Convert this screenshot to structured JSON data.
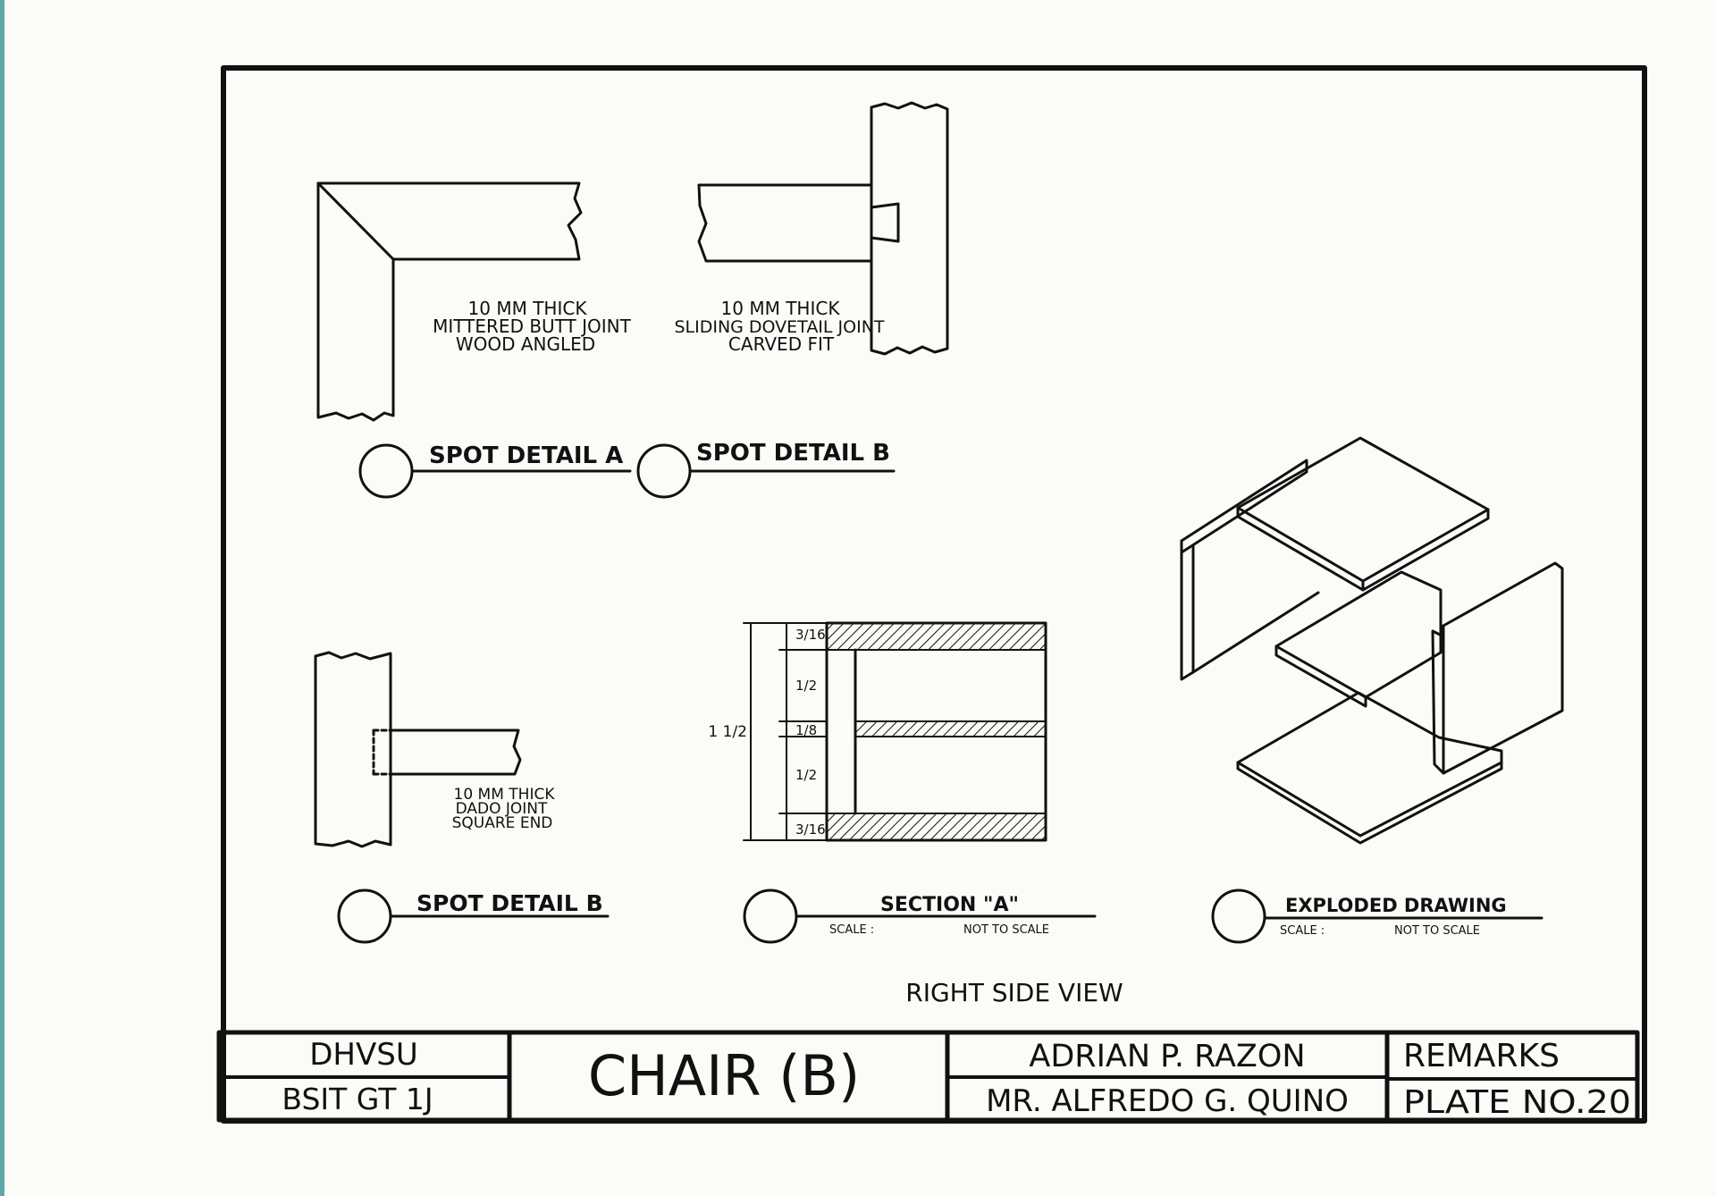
{
  "details": {
    "spot_a": {
      "note_lines": [
        "10 MM THICK",
        "MITTERED BUTT JOINT",
        "WOOD ANGLED"
      ],
      "title": "SPOT DETAIL A"
    },
    "spot_b_top": {
      "note_lines": [
        "10 MM THICK",
        "SLIDING DOVETAIL JOINT",
        "CARVED FIT"
      ],
      "title": "SPOT DETAIL B"
    },
    "spot_b_bottom": {
      "note_lines": [
        "10 MM THICK",
        "DADO JOINT",
        "SQUARE END"
      ],
      "title": "SPOT DETAIL B"
    },
    "section_a": {
      "title": "SECTION \"A\"",
      "scale_label": "SCALE :",
      "scale_value": "NOT TO SCALE",
      "dimensions": {
        "overall": "1 1/2",
        "top": "3/16",
        "upper_mid": "1/2",
        "center": "1/8",
        "lower_mid": "1/2",
        "bottom": "3/16"
      }
    },
    "exploded": {
      "title": "EXPLODED DRAWING",
      "scale_label": "SCALE :",
      "scale_value": "NOT TO SCALE"
    },
    "view_caption": "RIGHT SIDE VIEW"
  },
  "title_block": {
    "school": "DHVSU",
    "section": "BSIT GT 1J",
    "drawing_title": "CHAIR (B)",
    "student": "ADRIAN P. RAZON",
    "instructor": "MR. ALFREDO G. QUINO",
    "remarks": "REMARKS",
    "plate": "PLATE NO.20"
  },
  "colors": {
    "ink": "#111111",
    "paper": "#fbfbf8",
    "edge_strip": "#5fa7a7"
  }
}
